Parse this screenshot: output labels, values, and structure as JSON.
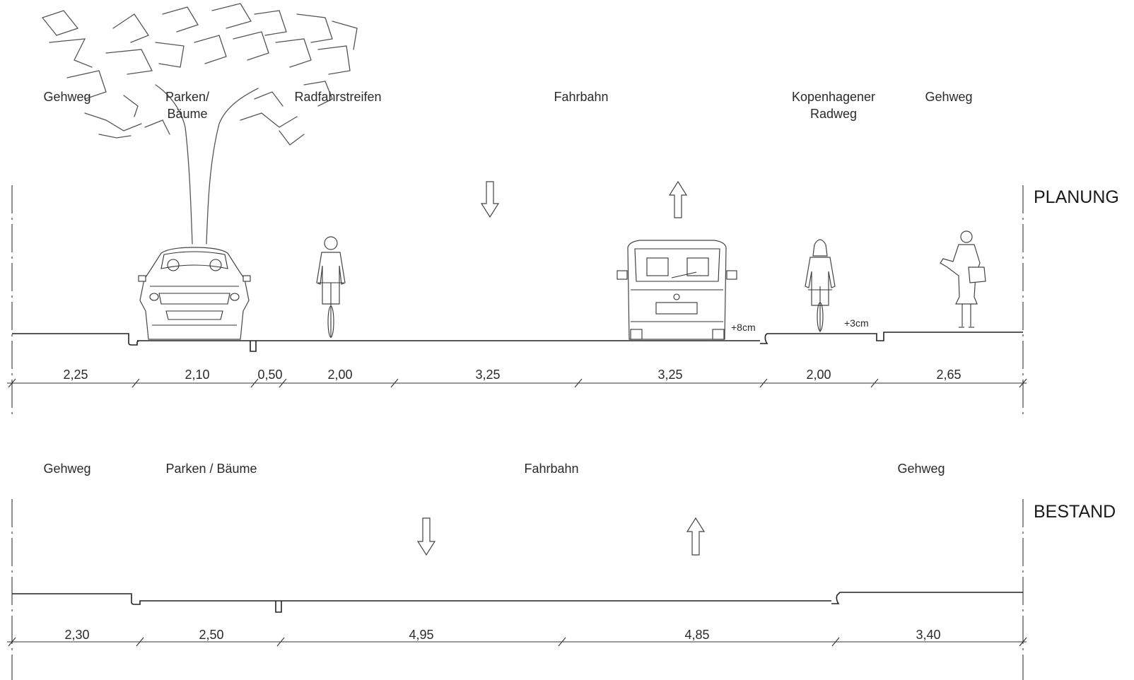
{
  "planung": {
    "title": "PLANUNG",
    "labels": {
      "gehweg_left": "Gehweg",
      "parken_line1": "Parken/",
      "parken_line2": "Bäume",
      "radfahrstreifen": "Radfahrstreifen",
      "fahrbahn": "Fahrbahn",
      "kopenhagener_line1": "Kopenhagener",
      "kopenhagener_line2": "Radweg",
      "gehweg_right": "Gehweg"
    },
    "notes": {
      "curb_height_road": "+8cm",
      "curb_height_cycle": "+3cm"
    },
    "dimensions": [
      "2,25",
      "2,10",
      "0,50",
      "2,00",
      "3,25",
      "3,25",
      "2,00",
      "2,65"
    ]
  },
  "bestand": {
    "title": "BESTAND",
    "labels": {
      "gehweg_left": "Gehweg",
      "parken": "Parken / Bäume",
      "fahrbahn": "Fahrbahn",
      "gehweg_right": "Gehweg"
    },
    "dimensions": [
      "2,30",
      "2,50",
      "4,95",
      "4,85",
      "3,40"
    ]
  },
  "colors": {
    "line": "#222222",
    "text": "#2a2a2a",
    "background": "#ffffff"
  },
  "icons": [
    "tree",
    "car-front",
    "cyclist",
    "van-rear",
    "cyclist-woman",
    "pedestrian-woman",
    "arrow-down",
    "arrow-up"
  ]
}
